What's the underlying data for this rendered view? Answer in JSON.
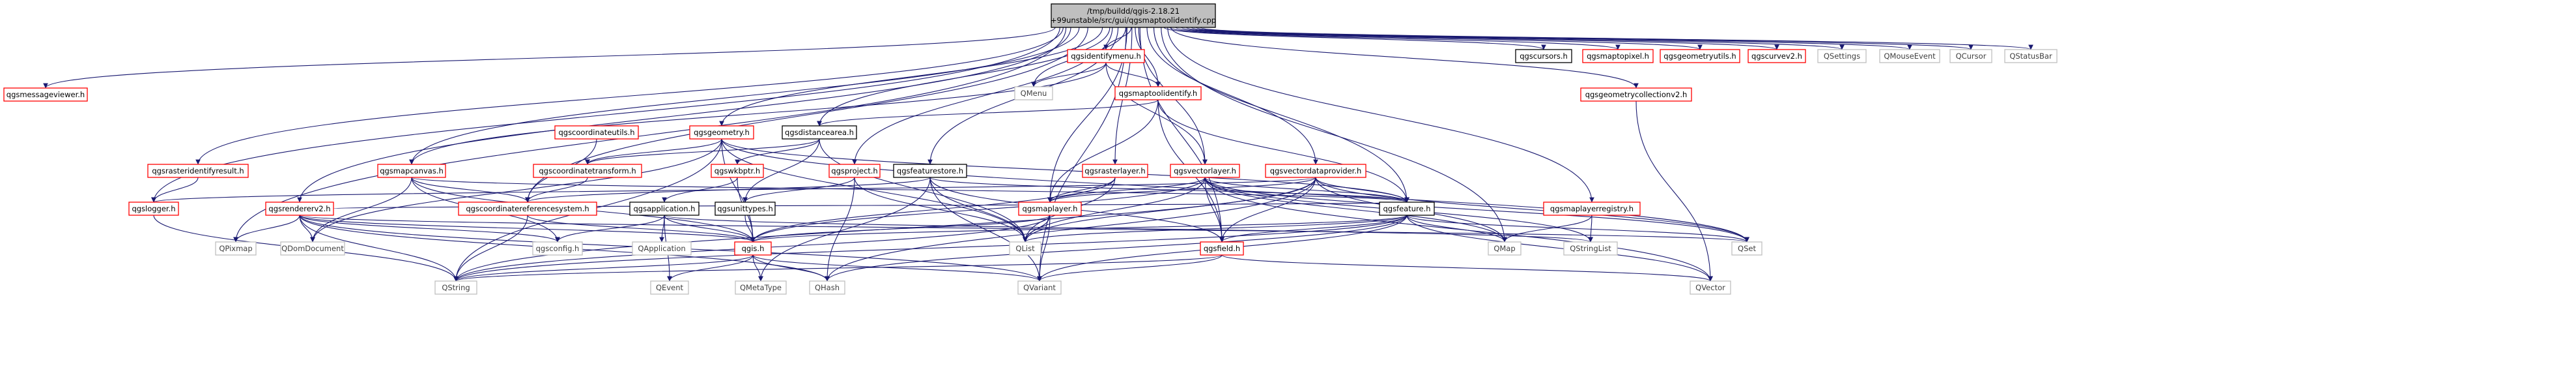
{
  "diagram": {
    "colors": {
      "edge": "#191970",
      "root_fill": "#bfbfbf",
      "root_border": "#000000",
      "documented_border": "#ff0000",
      "local_border": "#000000",
      "external_border": "#bfbfbf",
      "external_text": "#404040",
      "text": "#000000"
    },
    "nodes": [
      {
        "id": "root",
        "label": "/tmp/buildd/qgis-2.18.21\n+99unstable/src/gui/qgsmaptoolidentify.cpp",
        "kind": "root"
      },
      {
        "id": "qgsmessageviewer",
        "label": "qgsmessageviewer.h",
        "kind": "documented"
      },
      {
        "id": "qgsidentifymenu",
        "label": "qgsidentifymenu.h",
        "kind": "documented"
      },
      {
        "id": "qgscursors",
        "label": "qgscursors.h",
        "kind": "local"
      },
      {
        "id": "qgsmaptopixel",
        "label": "qgsmaptopixel.h",
        "kind": "documented"
      },
      {
        "id": "qgsgeometryutils",
        "label": "qgsgeometryutils.h",
        "kind": "documented"
      },
      {
        "id": "qgscurvev2",
        "label": "qgscurvev2.h",
        "kind": "documented"
      },
      {
        "id": "QSettings",
        "label": "QSettings",
        "kind": "external"
      },
      {
        "id": "QMouseEvent",
        "label": "QMouseEvent",
        "kind": "external"
      },
      {
        "id": "QCursor",
        "label": "QCursor",
        "kind": "external"
      },
      {
        "id": "QStatusBar",
        "label": "QStatusBar",
        "kind": "external"
      },
      {
        "id": "QMenu",
        "label": "QMenu",
        "kind": "external"
      },
      {
        "id": "qgsmaptoolidentify",
        "label": "qgsmaptoolidentify.h",
        "kind": "documented"
      },
      {
        "id": "qgsgeometrycollectionv2",
        "label": "qgsgeometrycollectionv2.h",
        "kind": "documented"
      },
      {
        "id": "qgscoordinateutils",
        "label": "qgscoordinateutils.h",
        "kind": "documented"
      },
      {
        "id": "qgsgeometry",
        "label": "qgsgeometry.h",
        "kind": "documented"
      },
      {
        "id": "qgsdistancearea",
        "label": "qgsdistancearea.h",
        "kind": "local"
      },
      {
        "id": "qgsrasteridentifyresult",
        "label": "qgsrasteridentifyresult.h",
        "kind": "documented"
      },
      {
        "id": "qgsmapcanvas",
        "label": "qgsmapcanvas.h",
        "kind": "documented"
      },
      {
        "id": "qgscoordinatetransform",
        "label": "qgscoordinatetransform.h",
        "kind": "documented"
      },
      {
        "id": "qgswkbptr",
        "label": "qgswkbptr.h",
        "kind": "documented"
      },
      {
        "id": "qgsproject",
        "label": "qgsproject.h",
        "kind": "documented"
      },
      {
        "id": "qgsfeaturestore",
        "label": "qgsfeaturestore.h",
        "kind": "local"
      },
      {
        "id": "qgsrasterlayer",
        "label": "qgsrasterlayer.h",
        "kind": "documented"
      },
      {
        "id": "qgsvectorlayer",
        "label": "qgsvectorlayer.h",
        "kind": "documented"
      },
      {
        "id": "qgsvectordataprovider",
        "label": "qgsvectordataprovider.h",
        "kind": "documented"
      },
      {
        "id": "qgslogger",
        "label": "qgslogger.h",
        "kind": "documented"
      },
      {
        "id": "qgsrendererv2",
        "label": "qgsrendererv2.h",
        "kind": "documented"
      },
      {
        "id": "qgscoordinatereferencesystem",
        "label": "qgscoordinatereferencesystem.h",
        "kind": "documented"
      },
      {
        "id": "qgsapplication",
        "label": "qgsapplication.h",
        "kind": "local"
      },
      {
        "id": "qgsunittypes",
        "label": "qgsunittypes.h",
        "kind": "local"
      },
      {
        "id": "qgsmaplayer",
        "label": "qgsmaplayer.h",
        "kind": "documented"
      },
      {
        "id": "qgsfeature",
        "label": "qgsfeature.h",
        "kind": "local"
      },
      {
        "id": "qgsmaplayerregistry",
        "label": "qgsmaplayerregistry.h",
        "kind": "documented"
      },
      {
        "id": "QPixmap",
        "label": "QPixmap",
        "kind": "external"
      },
      {
        "id": "QDomDocument",
        "label": "QDomDocument",
        "kind": "external"
      },
      {
        "id": "qgsconfig",
        "label": "qgsconfig.h",
        "kind": "external"
      },
      {
        "id": "QApplication",
        "label": "QApplication",
        "kind": "external"
      },
      {
        "id": "qgis",
        "label": "qgis.h",
        "kind": "documented"
      },
      {
        "id": "QList",
        "label": "QList",
        "kind": "external"
      },
      {
        "id": "qgsfield",
        "label": "qgsfield.h",
        "kind": "documented"
      },
      {
        "id": "QMap",
        "label": "QMap",
        "kind": "external"
      },
      {
        "id": "QStringList",
        "label": "QStringList",
        "kind": "external"
      },
      {
        "id": "QSet",
        "label": "QSet",
        "kind": "external"
      },
      {
        "id": "QString",
        "label": "QString",
        "kind": "external"
      },
      {
        "id": "QEvent",
        "label": "QEvent",
        "kind": "external"
      },
      {
        "id": "QMetaType",
        "label": "QMetaType",
        "kind": "external"
      },
      {
        "id": "QHash",
        "label": "QHash",
        "kind": "external"
      },
      {
        "id": "QVariant",
        "label": "QVariant",
        "kind": "external"
      },
      {
        "id": "QVector",
        "label": "QVector",
        "kind": "external"
      }
    ],
    "edges": [
      [
        "root",
        "qgsmessageviewer"
      ],
      [
        "root",
        "qgsidentifymenu"
      ],
      [
        "root",
        "qgscursors"
      ],
      [
        "root",
        "qgsmaptopixel"
      ],
      [
        "root",
        "qgsgeometryutils"
      ],
      [
        "root",
        "qgscurvev2"
      ],
      [
        "root",
        "QSettings"
      ],
      [
        "root",
        "QMouseEvent"
      ],
      [
        "root",
        "QCursor"
      ],
      [
        "root",
        "QStatusBar"
      ],
      [
        "root",
        "QMenu"
      ],
      [
        "root",
        "qgsmaptoolidentify"
      ],
      [
        "root",
        "qgsgeometrycollectionv2"
      ],
      [
        "root",
        "qgsgeometry"
      ],
      [
        "root",
        "qgsdistancearea"
      ],
      [
        "root",
        "qgsrasteridentifyresult"
      ],
      [
        "root",
        "qgsmapcanvas"
      ],
      [
        "root",
        "qgsproject"
      ],
      [
        "root",
        "qgsfeaturestore"
      ],
      [
        "root",
        "qgsrasterlayer"
      ],
      [
        "root",
        "qgsvectorlayer"
      ],
      [
        "root",
        "qgsvectordataprovider"
      ],
      [
        "root",
        "qgslogger"
      ],
      [
        "root",
        "qgsrendererv2"
      ],
      [
        "root",
        "qgscoordinatereferencesystem"
      ],
      [
        "root",
        "qgsmaplayer"
      ],
      [
        "root",
        "qgsfeature"
      ],
      [
        "root",
        "qgsmaplayerregistry"
      ],
      [
        "root",
        "QPixmap"
      ],
      [
        "root",
        "qgsfield"
      ],
      [
        "root",
        "QMap"
      ],
      [
        "root",
        "QVariant"
      ],
      [
        "qgsidentifymenu",
        "QMenu"
      ],
      [
        "qgsidentifymenu",
        "qgsmaptoolidentify"
      ],
      [
        "qgsidentifymenu",
        "qgsvectorlayer"
      ],
      [
        "qgsidentifymenu",
        "qgsmapcanvas"
      ],
      [
        "qgsmaptoolidentify",
        "qgsdistancearea"
      ],
      [
        "qgsmaptoolidentify",
        "qgsmaplayer"
      ],
      [
        "qgsmaptoolidentify",
        "qgsfeature"
      ],
      [
        "qgsmaptoolidentify",
        "qgsfield"
      ],
      [
        "qgsgeometrycollectionv2",
        "QVector"
      ],
      [
        "qgscoordinateutils",
        "qgscoordinatereferencesystem"
      ],
      [
        "qgsgeometry",
        "qgscoordinatetransform"
      ],
      [
        "qgsgeometry",
        "QList"
      ],
      [
        "qgsgeometry",
        "qgsfeature"
      ],
      [
        "qgsgeometry",
        "QSet"
      ],
      [
        "qgsgeometry",
        "QString"
      ],
      [
        "qgsgeometry",
        "QDomDocument"
      ],
      [
        "qgsgeometry",
        "qgis"
      ],
      [
        "qgsdistancearea",
        "qgscoordinatetransform"
      ],
      [
        "qgsdistancearea",
        "qgswkbptr"
      ],
      [
        "qgsdistancearea",
        "qgsunittypes"
      ],
      [
        "qgsdistancearea",
        "QList"
      ],
      [
        "qgsrasteridentifyresult",
        "qgslogger"
      ],
      [
        "qgsmapcanvas",
        "QDomDocument"
      ],
      [
        "qgsmapcanvas",
        "qgscoordinatereferencesystem"
      ],
      [
        "qgsmapcanvas",
        "qgsconfig"
      ],
      [
        "qgsmapcanvas",
        "qgis"
      ],
      [
        "qgsmapcanvas",
        "qgsfeature"
      ],
      [
        "qgscoordinatetransform",
        "qgscoordinatereferencesystem"
      ],
      [
        "qgswkbptr",
        "qgsapplication"
      ],
      [
        "qgswkbptr",
        "qgis"
      ],
      [
        "qgsproject",
        "qgsunittypes"
      ],
      [
        "qgsproject",
        "QList"
      ],
      [
        "qgsproject",
        "QHash"
      ],
      [
        "qgsfeaturestore",
        "qgsfeature"
      ],
      [
        "qgsfeaturestore",
        "QList"
      ],
      [
        "qgsfeaturestore",
        "QVariant"
      ],
      [
        "qgsfeaturestore",
        "qgsfield"
      ],
      [
        "qgsfeaturestore",
        "QMetaType"
      ],
      [
        "qgsfeaturestore",
        "qgscoordinatereferencesystem"
      ],
      [
        "qgsrasterlayer",
        "qgsmaplayer"
      ],
      [
        "qgsrasterlayer",
        "QList"
      ],
      [
        "qgsrasterlayer",
        "qgis"
      ],
      [
        "qgsvectorlayer",
        "qgsmaplayer"
      ],
      [
        "qgsvectorlayer",
        "qgsfeature"
      ],
      [
        "qgsvectorlayer",
        "qgsfield"
      ],
      [
        "qgsvectorlayer",
        "QList"
      ],
      [
        "qgsvectorlayer",
        "QMap"
      ],
      [
        "qgsvectorlayer",
        "QSet"
      ],
      [
        "qgsvectorlayer",
        "QStringList"
      ],
      [
        "qgsvectorlayer",
        "QVector"
      ],
      [
        "qgsvectorlayer",
        "qgis"
      ],
      [
        "qgsvectordataprovider",
        "qgsfeature"
      ],
      [
        "qgsvectordataprovider",
        "qgsfield"
      ],
      [
        "qgsvectordataprovider",
        "QList"
      ],
      [
        "qgsvectordataprovider",
        "QMap"
      ],
      [
        "qgsvectordataprovider",
        "QSet"
      ],
      [
        "qgsvectordataprovider",
        "QHash"
      ],
      [
        "qgsvectordataprovider",
        "qgsmaplayer"
      ],
      [
        "qgsvectordataprovider",
        "QString"
      ],
      [
        "qgsvectordataprovider",
        "qgslogger"
      ],
      [
        "qgslogger",
        "QString"
      ],
      [
        "qgsrendererv2",
        "QPixmap"
      ],
      [
        "qgsrendererv2",
        "QDomDocument"
      ],
      [
        "qgsrendererv2",
        "qgsconfig"
      ],
      [
        "qgsrendererv2",
        "QString"
      ],
      [
        "qgsrendererv2",
        "qgis"
      ],
      [
        "qgsrendererv2",
        "QHash"
      ],
      [
        "qgsrendererv2",
        "qgsfeature"
      ],
      [
        "qgsrendererv2",
        "QSet"
      ],
      [
        "qgsrendererv2",
        "QVariant"
      ],
      [
        "qgscoordinatereferencesystem",
        "QString"
      ],
      [
        "qgscoordinatereferencesystem",
        "qgis"
      ],
      [
        "qgsapplication",
        "qgsconfig"
      ],
      [
        "qgsapplication",
        "QApplication"
      ],
      [
        "qgsapplication",
        "QEvent"
      ],
      [
        "qgsapplication",
        "QStringList"
      ],
      [
        "qgsapplication",
        "qgis"
      ],
      [
        "qgsunittypes",
        "qgis"
      ],
      [
        "qgsmaplayer",
        "qgis"
      ],
      [
        "qgsmaplayer",
        "QVariant"
      ],
      [
        "qgsmaplayer",
        "QList"
      ],
      [
        "qgsmaplayer",
        "QString"
      ],
      [
        "qgsfeature",
        "qgis"
      ],
      [
        "qgsfeature",
        "QMap"
      ],
      [
        "qgsfeature",
        "QString"
      ],
      [
        "qgsfeature",
        "QVariant"
      ],
      [
        "qgsfeature",
        "QList"
      ],
      [
        "qgsfeature",
        "QHash"
      ],
      [
        "qgsfeature",
        "QVector"
      ],
      [
        "qgsfeature",
        "QSet"
      ],
      [
        "qgsfeature",
        "qgsfield"
      ],
      [
        "qgsmaplayerregistry",
        "QMap"
      ],
      [
        "qgsmaplayerregistry",
        "QStringList"
      ],
      [
        "qgis",
        "QEvent"
      ],
      [
        "qgis",
        "QString"
      ],
      [
        "qgis",
        "QMetaType"
      ],
      [
        "qgis",
        "QVariant"
      ],
      [
        "qgis",
        "QHash"
      ],
      [
        "qgsfield",
        "QString"
      ],
      [
        "qgsfield",
        "QVariant"
      ],
      [
        "qgsfield",
        "QVector"
      ]
    ]
  }
}
